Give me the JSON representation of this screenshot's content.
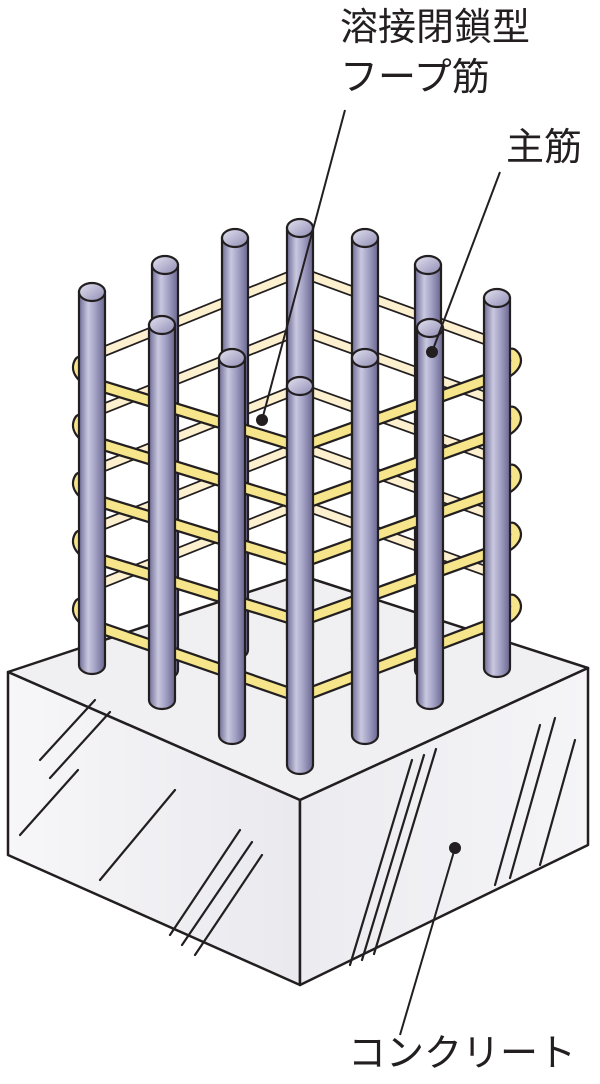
{
  "labels": {
    "hoop_line1": "溶接閉鎖型",
    "hoop_line2": "フープ筋",
    "main_rebar": "主筋",
    "concrete": "コンクリート"
  },
  "colors": {
    "hoop": "#f6e58a",
    "hoop_back": "#fdf0cf",
    "rebar": "#9a97bd",
    "concrete": "#f3f3f5",
    "outline": "#231f20"
  }
}
